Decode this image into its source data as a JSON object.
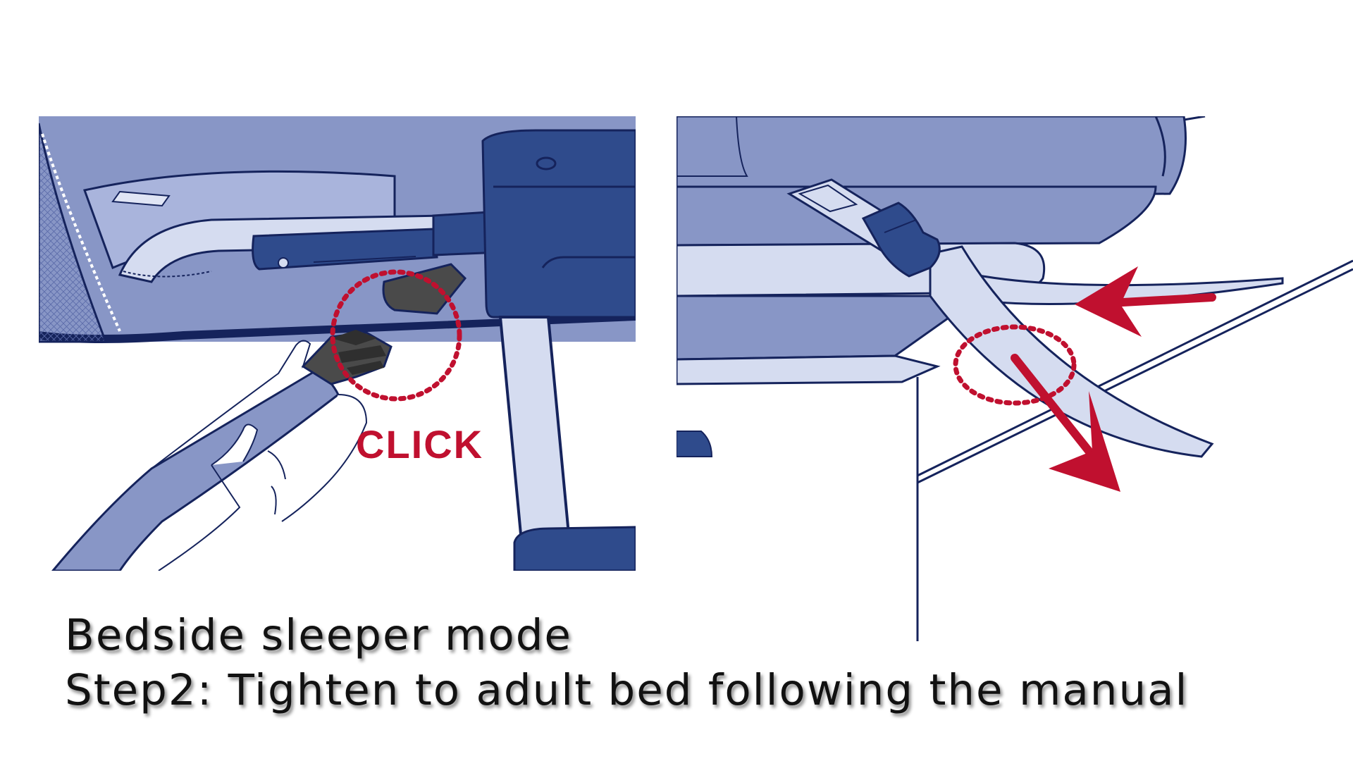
{
  "left_panel": {
    "click_label": "CLICK"
  },
  "caption": {
    "line1": "Bedside sleeper mode",
    "line2": "Step2: Tighten to adult bed following the manual"
  },
  "colors": {
    "background": "#ffffff",
    "panel_blue": "#8896c6",
    "light_blue": "#d5dcf0",
    "navy": "#15235c",
    "dark_blue": "#2f4b8c",
    "buckle_gray": "#4a4a4a",
    "accent_red": "#c0102f"
  },
  "icons": [
    "buckle-icon",
    "arrow-icon",
    "hand-icon"
  ]
}
